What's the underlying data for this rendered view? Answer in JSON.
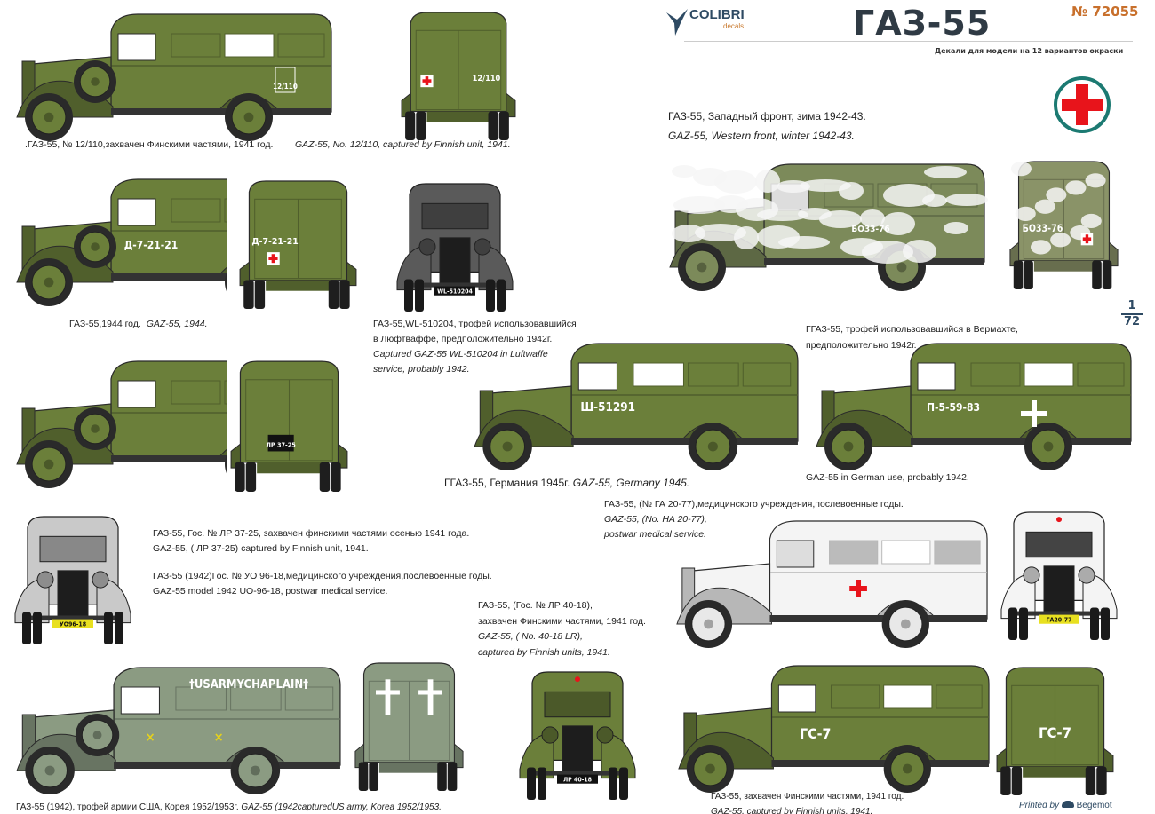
{
  "header": {
    "brand": "COLIBRI",
    "brand_sub": "decals",
    "title": "ГАЗ-55",
    "catalog_number": "№ 72055",
    "subtitle": "Декали для модели на 12 вариантов окраски",
    "scale_numerator": "1",
    "scale_denominator": "72",
    "printed_by": "Printed by",
    "printer": "Begemot"
  },
  "colors": {
    "olive": "#6b7f3a",
    "olive_dark": "#4f5f2a",
    "grey_green": "#8b9b82",
    "grey": "#6e6e6e",
    "light_grey": "#c9c9c9",
    "white": "#f4f4f4",
    "red_cross": "#e8141b",
    "teal_ring": "#1c7a72",
    "brand_blue": "#2e4a63",
    "brand_orange": "#c8702c"
  },
  "captions": {
    "c1_ru": ".ГАЗ-55, № 12/110,захвачен Финскими частями, 1941 год.",
    "c1_en": "GAZ-55, No. 12/110, captured by Finnish unit, 1941.",
    "c2_ru": "ГАЗ-55, Западный фронт, зима 1942-43.",
    "c2_en": "GAZ-55, Western front, winter 1942-43.",
    "c3_ru": "ГАЗ-55,1944 год.",
    "c3_en": "GAZ-55, 1944.",
    "c4_l1": "ГАЗ-55,WL-510204, трофей использовавшийся",
    "c4_l2": "в Люфтваффе, предположительно 1942г.",
    "c4_l3": "Captured GAZ-55 WL-510204 in Luftwaffe",
    "c4_l4": "service, probably 1942.",
    "c5_l1": "ГГАЗ-55, трофей использовавшийся в Вермахте,",
    "c5_l2": "предположительно 1942г.",
    "c5_en": "GAZ-55 in German use, probably 1942.",
    "c6_ru": "ГГАЗ-55, Германия 1945г.",
    "c6_en": "GAZ-55, Germany 1945.",
    "c7_l1": "ГАЗ-55,  Гос. № ЛР 37-25, захвачен финскими частями осенью 1941 года.",
    "c7_l2": "GAZ-55, ( ЛР 37-25) captured by Finnish unit, 1941.",
    "c8_l1": "ГАЗ-55 (1942)Гос. № УО 96-18,медицинского учреждения,послевоенные годы.",
    "c8_l2": "GAZ-55 model 1942 UO-96-18, postwar medical service.",
    "c9_l1": "ГАЗ-55, (№ ГА 20-77),медицинского учреждения,послевоенные годы.",
    "c9_l2": "GAZ-55, (No. HA 20-77),",
    "c9_l3": "postwar medical service.",
    "c10_l1": "ГАЗ-55, (Гос. № ЛР 40-18),",
    "c10_l2": "захвачен Финскими частями, 1941 год.",
    "c10_l3": "GAZ-55, ( No. 40-18 LR),",
    "c10_l4": "captured by Finnish units, 1941.",
    "c11_ru": "ГАЗ-55 (1942), трофей армии США, Корея 1952/1953г.",
    "c11_en": "GAZ-55 (1942capturedUS army, Korea 1952/1953.",
    "c12_ru": "ГАЗ-55, захвачен Финскими частями, 1941 год.",
    "c12_en": "GAZ-55, captured by Finnish units, 1941."
  },
  "markings": {
    "m1": "12/110",
    "m2": "Д-7-21-21",
    "m3": "ЛР 37-25",
    "m4": "Ш-51291",
    "m5": "П-5-59-83",
    "m6": "БО33-76",
    "m7": "WL-510204",
    "m8": "УО96-18",
    "m9": "ГА20-77",
    "m10": "†USARMYCHAPLAIN†",
    "m11": "ЛР 40-18",
    "m12": "ГС-7"
  }
}
